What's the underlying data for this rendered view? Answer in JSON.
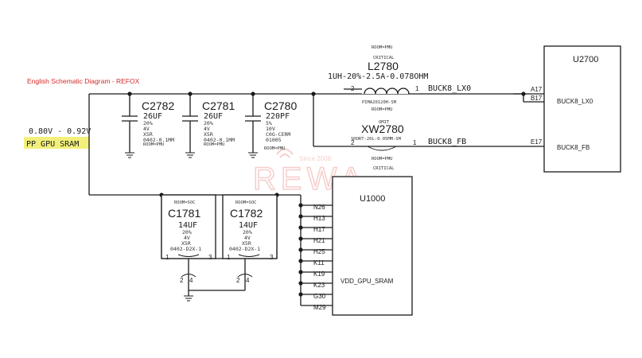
{
  "caption": "English Schematic Diagram - REFOX",
  "watermark": {
    "brand": "REWA",
    "since": "Since 2008"
  },
  "power_net": {
    "range": "0.80V - 0.92V",
    "name": "PP GPU SRAM"
  },
  "capacitors_top": [
    {
      "ref": "C2782",
      "value": "26UF",
      "tol": "20%",
      "volt": "4V",
      "diel": "X5R",
      "pkg": "0402-0.1MM",
      "room": "ROOM=PMU"
    },
    {
      "ref": "C2781",
      "value": "26UF",
      "tol": "20%",
      "volt": "4V",
      "diel": "X5R",
      "pkg": "0402-0.1MM",
      "room": "ROOM=PMU"
    },
    {
      "ref": "C2780",
      "value": "220PF",
      "tol": "5%",
      "volt": "10V",
      "diel": "C0G-CERM",
      "pkg": "01005",
      "room": "ROOM=PMU"
    }
  ],
  "inductor": {
    "room": "ROOM=PMU",
    "flag": "CRITICAL",
    "ref": "L2780",
    "value": "1UH-20%-2.5A-0.078OHM",
    "part": "PIMA20120H-SM",
    "room2": "ROOM=PMU",
    "pin_left": "2",
    "pin_right": "1"
  },
  "jumper": {
    "flag": "OMIT",
    "ref": "XW2780",
    "part": "SHORT-20L-0.05MM-SM",
    "room": "ROOM=PMU",
    "flag2": "CRITICAL",
    "pin_left": "2",
    "pin_right": "1"
  },
  "nets": {
    "lx": "BUCK8_LX0",
    "fb": "BUCK8_FB"
  },
  "u2700": {
    "ref": "U2700",
    "pins": [
      {
        "num": "A17",
        "name": ""
      },
      {
        "num": "B17",
        "name": "BUCK8_LX0"
      },
      {
        "num": "E17",
        "name": "BUCK8_FB"
      }
    ]
  },
  "capacitors_bottom": [
    {
      "room": "ROOM=SOC",
      "ref": "C1781",
      "value": "14UF",
      "tol": "20%",
      "volt": "4V",
      "diel": "X5R",
      "pkg": "0402-D2X-1",
      "p1": "1",
      "p3": "3",
      "p2": "2",
      "p4": "4"
    },
    {
      "room": "ROOM=SOC",
      "ref": "C1782",
      "value": "14UF",
      "tol": "20%",
      "volt": "4V",
      "diel": "X5R",
      "pkg": "0402-D2X-1",
      "p1": "1",
      "p3": "3",
      "p2": "2",
      "p4": "4"
    }
  ],
  "u1000": {
    "ref": "U1000",
    "pin_label": "VDD_GPU_SRAM",
    "pins": [
      "N26",
      "H13",
      "H17",
      "H21",
      "H25",
      "K11",
      "K19",
      "K23",
      "G30",
      "M29"
    ]
  }
}
